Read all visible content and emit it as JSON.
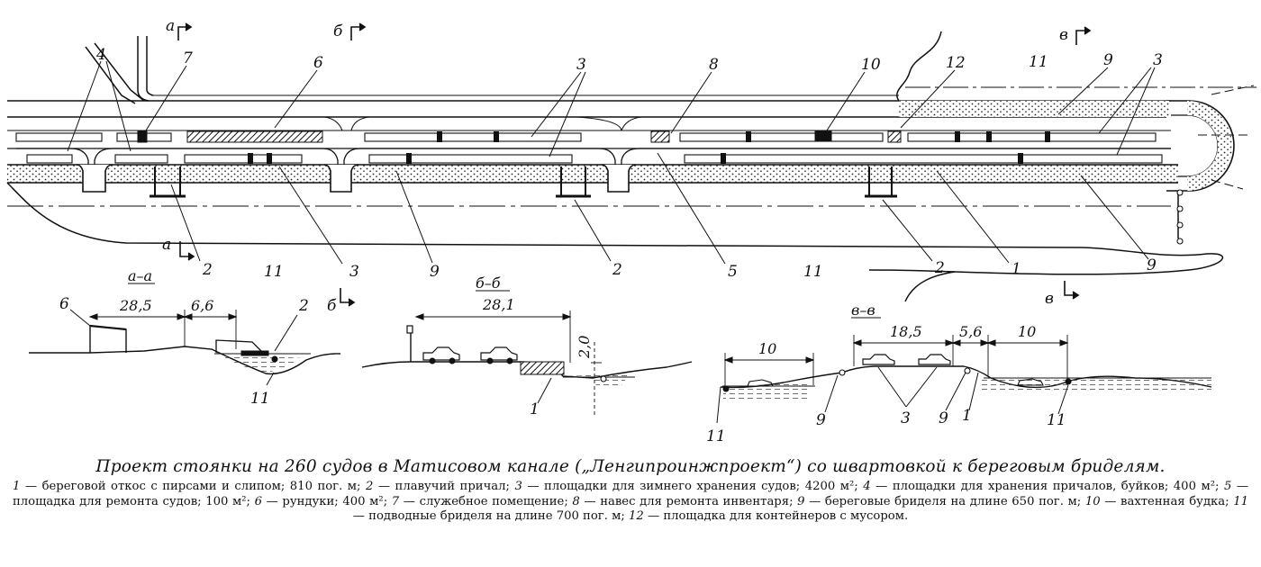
{
  "caption": {
    "title": "Проект стоянки на 260 судов в Матисовом канале („Ленгипроинжпроект“) со швартовкой к береговым бриделям.",
    "legend": [
      {
        "n": "1",
        "text": "береговой откос с пирсами и слипом; 810 пог. м;"
      },
      {
        "n": "2",
        "text": "плавучий причал;"
      },
      {
        "n": "3",
        "text": "площадки для зимнего хранения судов; 4200 м²;"
      },
      {
        "n": "4",
        "text": "площадки для хранения причалов, буйков; 400 м²;"
      },
      {
        "n": "5",
        "text": "площадка для ремонта судов; 100 м²;"
      },
      {
        "n": "6",
        "text": "рундуки; 400 м²;"
      },
      {
        "n": "7",
        "text": "служебное помещение;"
      },
      {
        "n": "8",
        "text": "навес для ремонта инвентаря;"
      },
      {
        "n": "9",
        "text": "береговые бриделя на длине 650 пог. м;"
      },
      {
        "n": "10",
        "text": "вахтенная будка;"
      },
      {
        "n": "11",
        "text": "подводные бриделя на длине 700 пог. м;"
      },
      {
        "n": "12",
        "text": "площадка для контейнеров с мусором."
      }
    ]
  },
  "plan": {
    "section_marks": [
      "а",
      "б",
      "в"
    ],
    "callouts_top": [
      "4",
      "7",
      "6",
      "3",
      "8",
      "10",
      "12",
      "11",
      "9",
      "3"
    ],
    "callouts_bottom": [
      "2",
      "11",
      "3",
      "9",
      "2",
      "5",
      "11",
      "2",
      "1",
      "9"
    ]
  },
  "sections": {
    "aa": {
      "title": "а–а",
      "dims": [
        "28,5",
        "6,6"
      ],
      "labels": [
        "6",
        "2",
        "11"
      ]
    },
    "bb": {
      "title": "б–б",
      "dims": [
        "28,1",
        "2,0"
      ],
      "labels": [
        "1"
      ]
    },
    "vv": {
      "title": "в–в",
      "dims": [
        "10",
        "18,5",
        "5,6",
        "10"
      ],
      "labels": [
        "9",
        "3",
        "9",
        "1",
        "11",
        "11"
      ]
    }
  }
}
